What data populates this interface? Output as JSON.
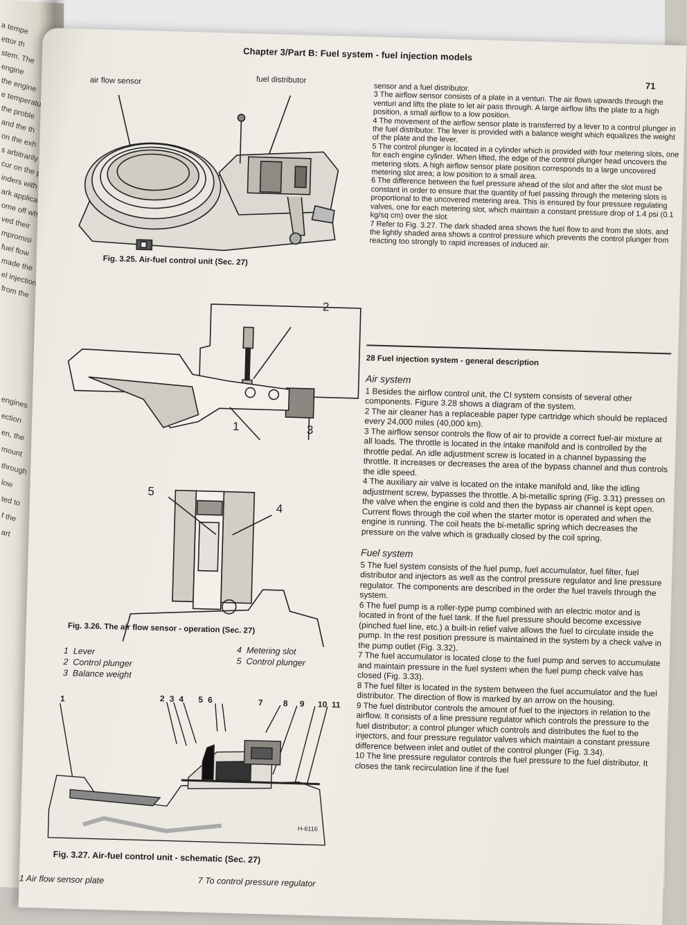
{
  "left_page": {
    "fragments": [
      "a tempe",
      "ettor th",
      "stem. The",
      "engine",
      "the engine",
      "e temperatu",
      "the proble",
      "and the th",
      "on the exh",
      "s arbitrarily",
      "cur on the p",
      "inders with",
      "ark applica",
      "ome off wh",
      "ved their",
      "mpromisi",
      "fuel flow",
      "made the",
      "el injection",
      "from the",
      "engines",
      "ection",
      "en, the",
      "mount",
      "through",
      "low",
      "ted to",
      "f the",
      "art"
    ]
  },
  "header": {
    "running_head": "Chapter 3/Part B: Fuel system - fuel injection models",
    "page_number": "71"
  },
  "figures": {
    "fig325": {
      "callout_sensor": "air flow sensor",
      "callout_distributor": "fuel distributor",
      "caption": "Fig. 3.25. Air-fuel control unit (Sec. 27)"
    },
    "fig326": {
      "numbers": [
        "1",
        "2",
        "3",
        "4",
        "5"
      ],
      "caption": "Fig. 3.26. The air flow sensor - operation (Sec. 27)",
      "legend": [
        {
          "n": "1",
          "label": "Lever"
        },
        {
          "n": "2",
          "label": "Control plunger"
        },
        {
          "n": "3",
          "label": "Balance weight"
        },
        {
          "n": "4",
          "label": "Metering slot"
        },
        {
          "n": "5",
          "label": "Control plunger"
        }
      ]
    },
    "fig327": {
      "numbers": [
        "1",
        "2",
        "3",
        "4",
        "5",
        "6",
        "7",
        "8",
        "9",
        "10",
        "11"
      ],
      "ref_code": "H-6116",
      "caption": "Fig. 3.27. Air-fuel control unit - schematic (Sec. 27)",
      "legend_partial": [
        "1  Air flow sensor plate",
        "7  To control pressure regulator"
      ]
    }
  },
  "sec27_paras": [
    "sensor and a fuel distributor.",
    "3  The airflow sensor consists of a plate in a venturi. The air flows upwards through the venturi and lifts the plate to let air pass through. A large airflow lifts the plate to a high position, a small airflow to a low position.",
    "4  The movement of the airflow sensor plate is transferred by a lever to a control plunger in the fuel distributor. The lever is provided with a balance weight which equalizes the weight of the plate and the lever.",
    "5  The control plunger is located in a cylinder which is provided with four metering slots, one for each engine cylinder. When lifted, the edge of the control plunger head uncovers the metering slots. A high airflow sensor plate position corresponds to a large uncovered metering slot area; a low position to a small area.",
    "6  The difference between the fuel pressure ahead of the slot and after the slot must be constant in order to ensure that the quantity of fuel passing through the metering slots is proportional to the uncovered metering area. This is ensured by four pressure regulating valves, one for each metering slot, which maintain a constant pressure drop of 1.4 psi (0.1 kg/sq cm) over the slot.",
    "7  Refer to Fig. 3.27. The dark shaded area shows the fuel flow to and from the slots, and the lightly shaded area shows a control pressure which prevents the control plunger from reacting too strongly to rapid increases of induced air."
  ],
  "sec28": {
    "title": "28 Fuel injection system - general description",
    "air_heading": "Air system",
    "air_paras": [
      "1  Besides the airflow control unit, the CI system consists of several other components. Figure 3.28 shows a diagram of the system.",
      "2  The air cleaner has a replaceable paper type cartridge which should be replaced every 24,000 miles (40,000 km).",
      "3  The airflow sensor controls the flow of air to provide a correct fuel-air mixture at all loads. The throttle is located in the intake manifold and is controlled by the throttle pedal. An idle adjustment screw is located in a channel bypassing the throttle. It increases or decreases the area of the bypass channel and thus controls the idle speed.",
      "4  The auxiliary air valve is located on the intake manifold and, like the idling adjustment screw, bypasses the throttle. A bi-metallic spring (Fig. 3.31) presses on the valve when the engine is cold and then the bypass air channel is kept open. Current flows through the coil when the starter motor is operated and when the engine is running. The coil heats the bi-metallic spring which decreases the pressure on the valve which is gradually closed by the coil spring."
    ],
    "fuel_heading": "Fuel system",
    "fuel_paras": [
      "5  The fuel system consists of the fuel pump, fuel accumulator, fuel filter, fuel distributor and injectors as well as the control pressure regulator and line pressure regulator. The components are described in the order the fuel travels through the system.",
      "6  The fuel pump is a roller-type pump combined with an electric motor and is located in front of the fuel tank. If the fuel pressure should become excessive (pinched fuel line, etc.) a built-in relief valve allows the fuel to circulate inside the pump. In the rest position pressure is maintained in the system by a check valve in the pump outlet (Fig. 3.32).",
      "7  The fuel accumulator is located close to the fuel pump and serves to accumulate and maintain pressure in the fuel system when the fuel pump check valve has closed (Fig. 3.33).",
      "8  The fuel filter is located in the system between the fuel accumulator and the fuel distributor. The direction of flow is marked by an arrow on the housing.",
      "9  The fuel distributor controls the amount of fuel to the injectors in relation to the airflow. It consists of a line pressure regulator which controls the pressure to the fuel distributor; a control plunger which controls and distributes the fuel to the injectors, and four pressure regulator valves which maintain a constant pressure difference between inlet and outlet of the control plunger (Fig. 3.34).",
      "10 The line pressure regulator controls the fuel pressure to the fuel distributor. It closes the tank recirculation line if the fuel"
    ]
  }
}
